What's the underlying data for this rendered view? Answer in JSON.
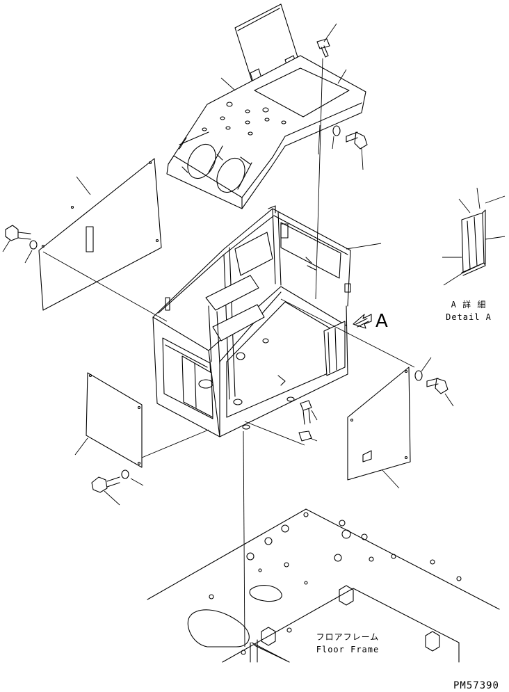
{
  "detail_view": {
    "title_jp": "A 詳 細",
    "title_en": "Detail A",
    "marker": "A"
  },
  "floor_frame": {
    "label_jp": "フロアフレーム",
    "label_en": "Floor Frame"
  },
  "drawing_id": "PM57390"
}
